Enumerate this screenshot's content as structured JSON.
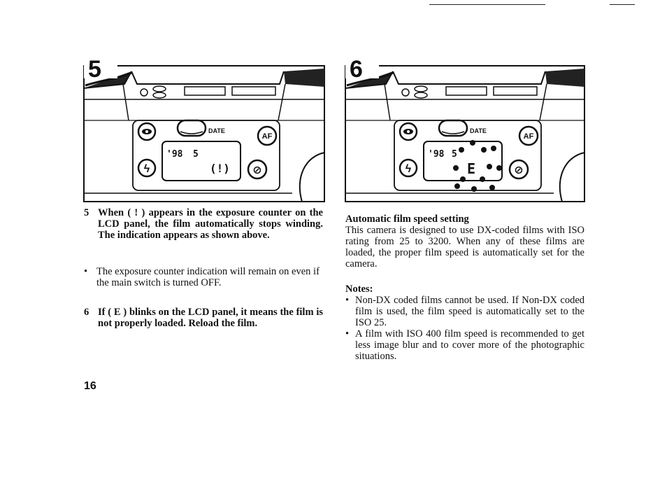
{
  "figures": [
    {
      "number": "5",
      "lcd": {
        "left": "'98",
        "middle": "5",
        "counter": "(!)"
      },
      "buttons": {
        "eye": "◉",
        "af": "AF",
        "flash": "ϟ",
        "timer": "⊘",
        "date": "DATE"
      }
    },
    {
      "number": "6",
      "lcd": {
        "left": "'98",
        "middle": "5",
        "counter": "E"
      },
      "buttons": {
        "eye": "◉",
        "af": "AF",
        "flash": "ϟ",
        "timer": "⊘",
        "date": "DATE"
      }
    }
  ],
  "left_column": {
    "step5": {
      "number": "5",
      "text": "When ( ! ) appears in the exposure counter on the LCD panel, the film automatically stops winding. The indication appears as shown above."
    },
    "bullet": {
      "marker": "•",
      "text": "The exposure counter indication will remain on even if the main switch is turned OFF."
    },
    "step6": {
      "number": "6",
      "text": "If ( E ) blinks on the LCD panel, it means the film is not properly loaded. Reload the film."
    }
  },
  "right_column": {
    "heading": "Automatic film speed setting",
    "paragraph": "This camera is designed to use DX-coded films with ISO rating from 25 to 3200. When any of these films are loaded, the proper film speed is automatically set for the camera.",
    "notes_title": "Notes:",
    "notes": [
      {
        "marker": "•",
        "text": "Non-DX coded films cannot be used. If Non-DX coded film is used, the film speed is automatically set to the ISO 25."
      },
      {
        "marker": "•",
        "text": "A film with ISO 400 film speed is recommended to get less image blur and to cover more of the photographic situations."
      }
    ]
  },
  "page_number": "16"
}
